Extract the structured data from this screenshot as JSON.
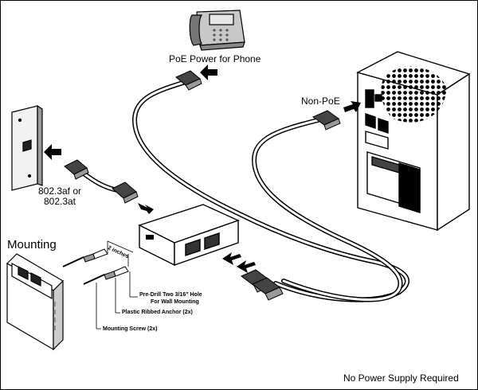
{
  "labels": {
    "phone": "PoE Power for Phone",
    "non_poe": "Non-PoE",
    "std_line1": "802.3af or",
    "std_line2": "802.3at",
    "mounting": "Mounting",
    "two_inches": "2 inches",
    "predrill_line1": "Pre-Drill Two 3/16\" Hole",
    "predrill_line2": "For Wall Mounting",
    "anchor": "Plastic Ribbed Anchor (2x)",
    "screw": "Mounting Screw (2x)",
    "footer": "No Power Supply Required"
  }
}
